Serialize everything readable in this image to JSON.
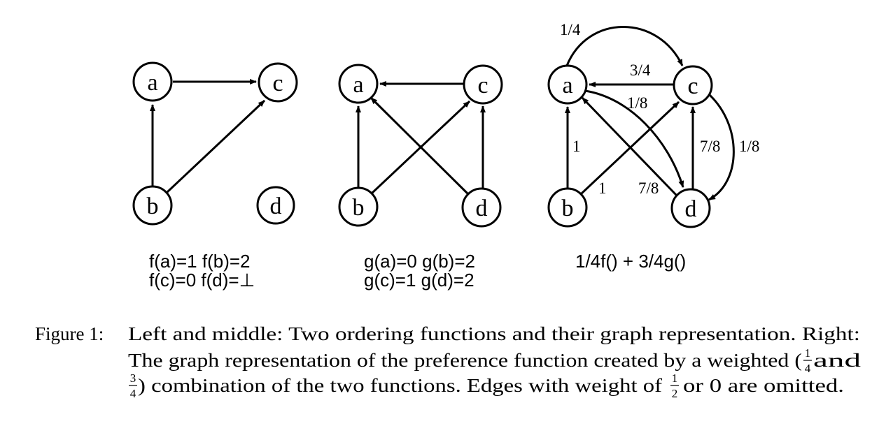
{
  "diagrams": [
    {
      "nodes": [
        {
          "id": "a",
          "label": "a"
        },
        {
          "id": "b",
          "label": "b"
        },
        {
          "id": "c",
          "label": "c"
        },
        {
          "id": "d",
          "label": "d"
        }
      ],
      "edges": [
        {
          "from": "a",
          "to": "c"
        },
        {
          "from": "b",
          "to": "a"
        },
        {
          "from": "b",
          "to": "c"
        }
      ],
      "function_lines": [
        "f(a)=1 f(b)=2",
        "f(c)=0 f(d)=⊥"
      ]
    },
    {
      "nodes": [
        {
          "id": "a",
          "label": "a"
        },
        {
          "id": "b",
          "label": "b"
        },
        {
          "id": "c",
          "label": "c"
        },
        {
          "id": "d",
          "label": "d"
        }
      ],
      "edges": [
        {
          "from": "c",
          "to": "a"
        },
        {
          "from": "b",
          "to": "a"
        },
        {
          "from": "b",
          "to": "c"
        },
        {
          "from": "d",
          "to": "a"
        },
        {
          "from": "d",
          "to": "c"
        }
      ],
      "function_lines": [
        "g(a)=0 g(b)=2",
        "g(c)=1 g(d)=2"
      ]
    },
    {
      "nodes": [
        {
          "id": "a",
          "label": "a"
        },
        {
          "id": "b",
          "label": "b"
        },
        {
          "id": "c",
          "label": "c"
        },
        {
          "id": "d",
          "label": "d"
        }
      ],
      "edges": [
        {
          "from": "a",
          "to": "c",
          "weight": "1/4"
        },
        {
          "from": "c",
          "to": "a",
          "weight": "3/4"
        },
        {
          "from": "a",
          "to": "d",
          "weight": "1/8"
        },
        {
          "from": "b",
          "to": "a",
          "weight": "1"
        },
        {
          "from": "b",
          "to": "c",
          "weight": "1"
        },
        {
          "from": "d",
          "to": "a",
          "weight": "7/8"
        },
        {
          "from": "d",
          "to": "c",
          "weight": "7/8"
        },
        {
          "from": "c",
          "to": "d",
          "weight": "1/8"
        }
      ],
      "function_lines": [
        "1/4f() + 3/4g()"
      ]
    }
  ],
  "caption": {
    "label": "Figure 1:",
    "line1": "Left and middle: Two ordering functions and their graph representation. Right:",
    "line2_pre": "The graph representation of the preference function created by a weighted (",
    "line2_post": " and",
    "line3_post": ") combination of the two functions. Edges with weight of ",
    "line3_tail": " or 0 are omitted.",
    "frac_quarter": {
      "num": "1",
      "den": "4"
    },
    "frac_three_quarters": {
      "num": "3",
      "den": "4"
    },
    "frac_half": {
      "num": "1",
      "den": "2"
    }
  }
}
